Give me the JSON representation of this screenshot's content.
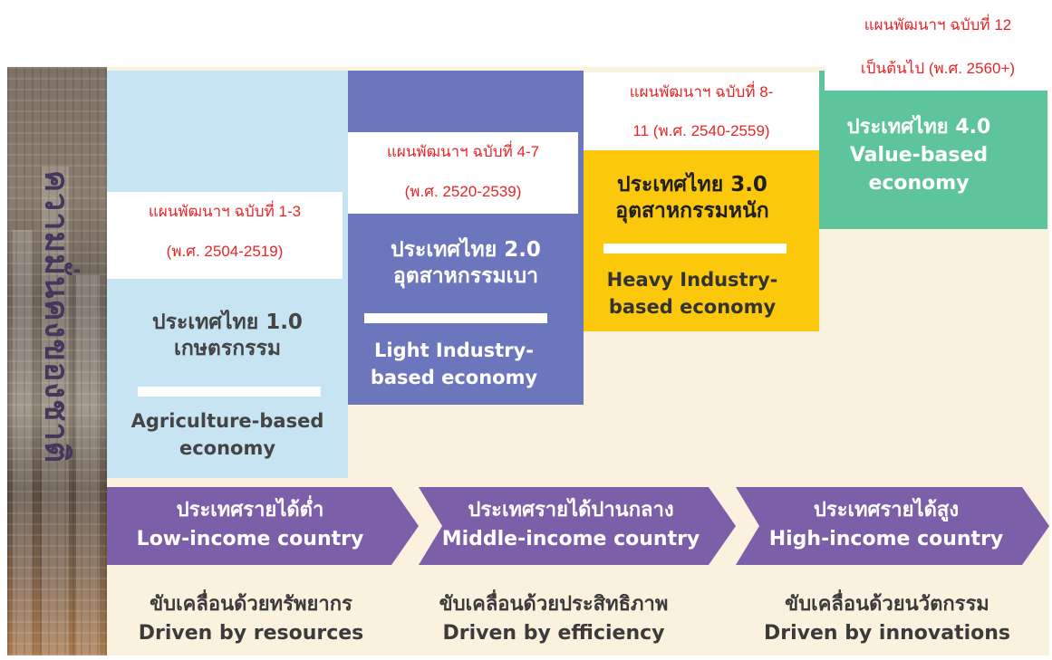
{
  "side_label": "ความมั่นคงของชาติ",
  "stages": [
    {
      "plan_line1": "แผนพัฒนาฯ ฉบับที่ 1-3",
      "plan_line2": "(พ.ศ. 2504-2519)",
      "title_th": "ประเทศไทย 1.0",
      "subtitle_th": "เกษตรกรรม",
      "economy_line1": "Agriculture-based",
      "economy_line2": "economy",
      "color": "#c7e4f3"
    },
    {
      "plan_line1": "แผนพัฒนาฯ ฉบับที่ 4-7",
      "plan_line2": "(พ.ศ. 2520-2539)",
      "title_th": "ประเทศไทย 2.0",
      "subtitle_th": "อุตสาหกรรมเบา",
      "economy_line1": "Light Industry-",
      "economy_line2": "based economy",
      "color": "#6c76bd"
    },
    {
      "plan_line1": "แผนพัฒนาฯ ฉบับที่ 8-",
      "plan_line2": "11 (พ.ศ. 2540-2559)",
      "title_th": "ประเทศไทย 3.0",
      "subtitle_th": "อุตสาหกรรมหนัก",
      "economy_line1": "Heavy Industry-",
      "economy_line2": "based economy",
      "color": "#fcc80b"
    },
    {
      "plan_line1": "แผนพัฒนาฯ ฉบับที่ 12",
      "plan_line2": "เป็นต้นไป  (พ.ศ. 2560+)",
      "title_th": "ประเทศไทย 4.0",
      "economy_line1": "Value-based",
      "economy_line2": "economy",
      "color": "#5dc49c"
    }
  ],
  "income": [
    {
      "th": "ประเทศรายได้ต่ำ",
      "en": "Low-income country"
    },
    {
      "th": "ประเทศรายได้ปานกลาง",
      "en": "Middle-income country"
    },
    {
      "th": "ประเทศรายได้สูง",
      "en": "High-income country"
    }
  ],
  "drivers": [
    {
      "th": "ขับเคลื่อนด้วยทรัพยากร",
      "en": "Driven by resources"
    },
    {
      "th": "ขับเคลื่อนด้วยประสิทธิภาพ",
      "en": "Driven by efficiency"
    },
    {
      "th": "ขับเคลื่อนด้วยนวัตกรรม",
      "en": "Driven by innovations"
    }
  ],
  "colors": {
    "arrow": "#7b5fa8",
    "plan_text": "#e82528",
    "background": "#fbf1df"
  }
}
